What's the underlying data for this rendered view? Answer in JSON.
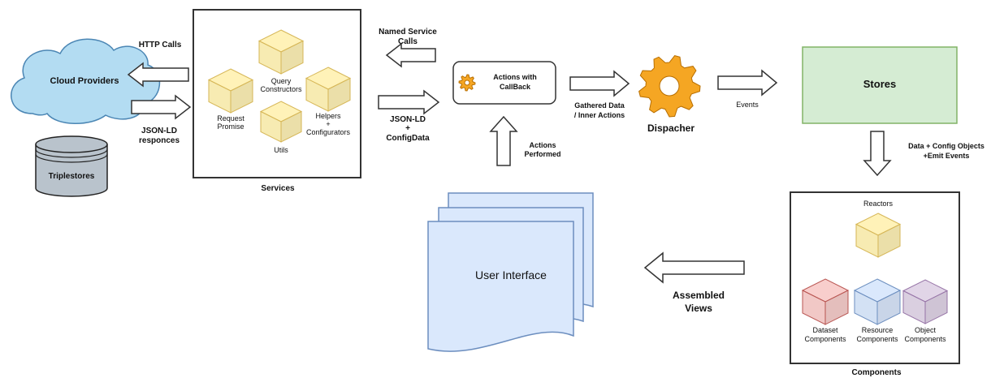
{
  "cloud": {
    "label": "Cloud Providers",
    "fill": "#b3dcf2",
    "stroke": "#4b86b4"
  },
  "triplestores": {
    "label": "Triplestores",
    "fill": "#b9c3cc",
    "stroke": "#222222"
  },
  "arrows": {
    "http_calls": "HTTP Calls",
    "jsonld_responses": [
      "JSON-LD",
      "responces"
    ],
    "named_service_calls": [
      "Named Service",
      "Calls"
    ],
    "jsonld_config": [
      "JSON-LD",
      "+",
      "ConfigData"
    ],
    "actions_performed": [
      "Actions",
      "Performed"
    ],
    "gathered_data": [
      "Gathered Data",
      "/ Inner Actions"
    ],
    "events": "Events",
    "data_config": [
      "Data + Config Objects",
      "+Emit Events"
    ],
    "assembled_views": [
      "Assembled",
      "Views"
    ]
  },
  "services": {
    "caption": "Services",
    "cube_fill": "#fff2b8",
    "cube_stroke": "#d6b656",
    "items": {
      "query": [
        "Query",
        "Constructors"
      ],
      "request": [
        "Request",
        "Promise"
      ],
      "helpers": [
        "Helpers",
        "+",
        "Configurators"
      ],
      "utils": [
        "Utils"
      ]
    }
  },
  "actions": {
    "label": [
      "Actions with",
      "CallBack"
    ],
    "icon": "gear-icon"
  },
  "dispatcher": {
    "label": "Dispacher",
    "icon": "gear-icon",
    "color": "#f5a623"
  },
  "stores": {
    "label": "Stores",
    "fill": "#d5ecd3",
    "stroke": "#82b366"
  },
  "user_interface": {
    "label": "User Interface",
    "fill": "#dae8fc",
    "stroke": "#6c8ebf"
  },
  "components": {
    "caption": "Components",
    "reactors": {
      "label": "Reactors",
      "fill": "#fff2b8",
      "stroke": "#d6b656"
    },
    "dataset": {
      "label": [
        "Dataset",
        "Components"
      ],
      "fill": "#f8cecc",
      "stroke": "#b85450"
    },
    "resource": {
      "label": [
        "Resource",
        "Components"
      ],
      "fill": "#dae8fc",
      "stroke": "#6c8ebf"
    },
    "object": {
      "label": [
        "Object",
        "Components"
      ],
      "fill": "#e1d5e7",
      "stroke": "#9673a6"
    }
  }
}
